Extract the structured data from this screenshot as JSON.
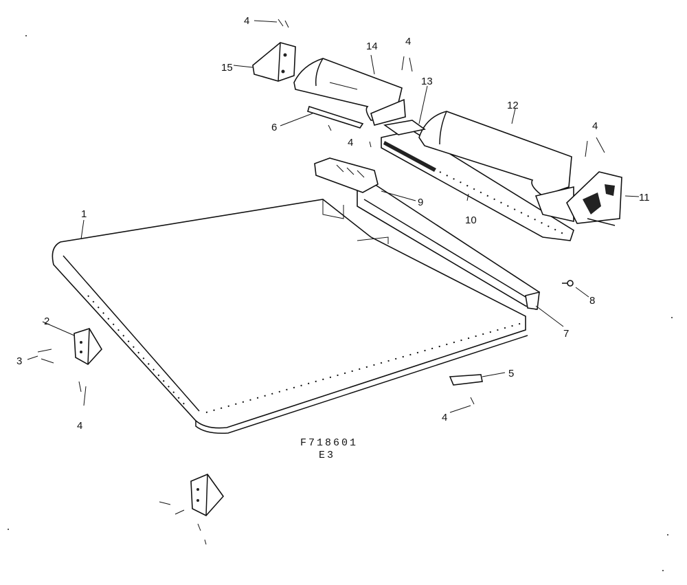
{
  "diagram": {
    "part_callouts": [
      "1",
      "2",
      "3",
      "4",
      "5",
      "6",
      "7",
      "8",
      "9",
      "10",
      "11",
      "12",
      "13",
      "14",
      "15"
    ],
    "drawing_code": "F718601",
    "drawing_rev": "E3"
  }
}
